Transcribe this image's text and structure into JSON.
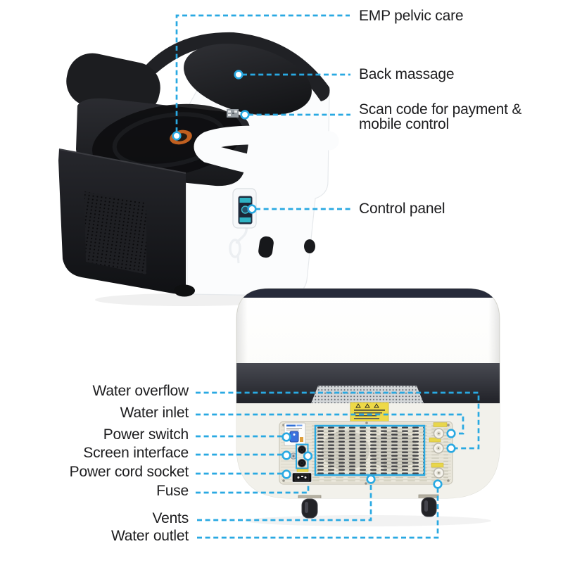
{
  "colors": {
    "leader_blue": "#29a9e2",
    "label_text": "#1d1d1f",
    "highlight_yellow": "#e8d64c"
  },
  "callouts": {
    "emp_pelvic_care": "EMP pelvic care",
    "back_massage": "Back massage",
    "scan_code": "Scan code for payment &\nmobile control",
    "control_panel": "Control panel",
    "water_overflow": "Water overflow",
    "water_inlet": "Water inlet",
    "power_switch": "Power switch",
    "screen_interface": "Screen interface",
    "power_cord_socket": "Power cord socket",
    "fuse": "Fuse",
    "vents": "Vents",
    "water_outlet": "Water outlet"
  }
}
